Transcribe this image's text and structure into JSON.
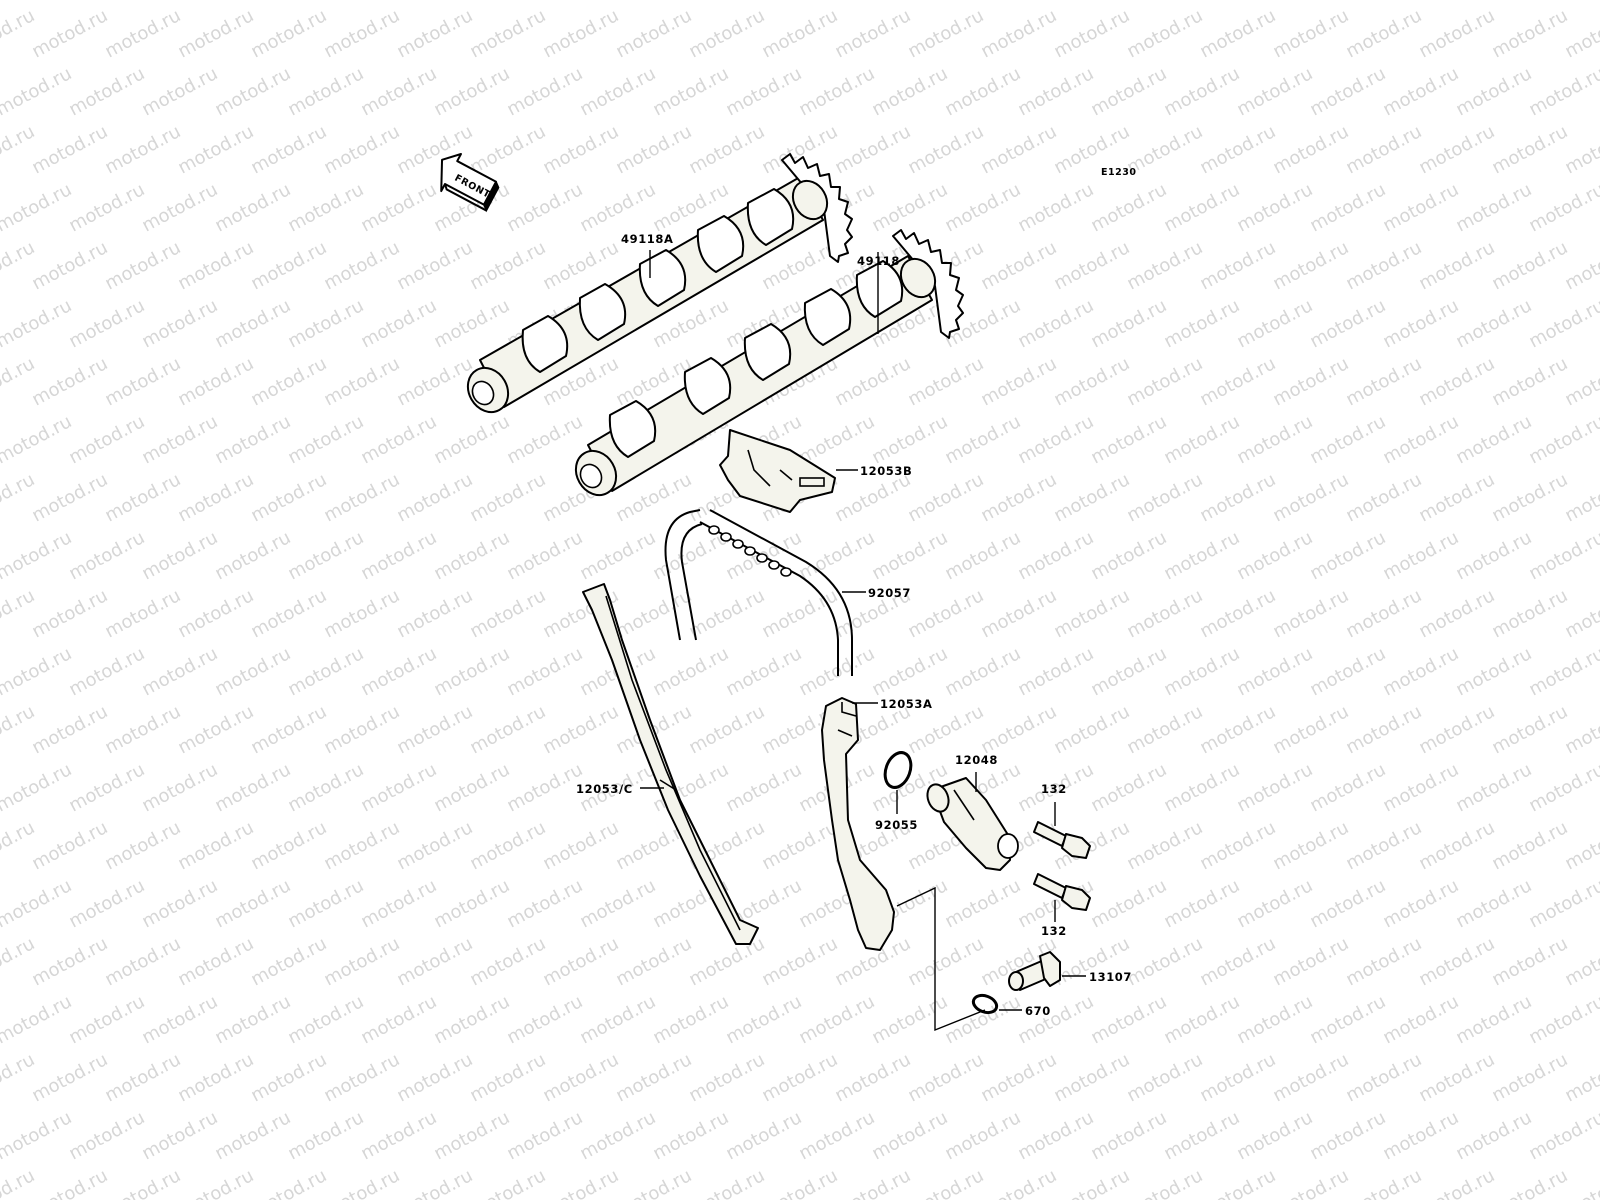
{
  "diagram": {
    "ref_code": "E1230",
    "front_label": "FRONT",
    "watermark": "motod.ru",
    "labels": {
      "camshaft_intake": "49118A",
      "camshaft_exhaust": "49118",
      "chain_guide_top": "12053B",
      "cam_chain": "92057",
      "tensioner_guide": "12053A",
      "tensioner": "12048",
      "o_ring_tensioner": "92055",
      "chain_guide_front": "12053/C",
      "bolt_upper": "132",
      "bolt_lower": "132",
      "pivot_bolt": "13107",
      "o_ring_pivot": "670"
    }
  }
}
